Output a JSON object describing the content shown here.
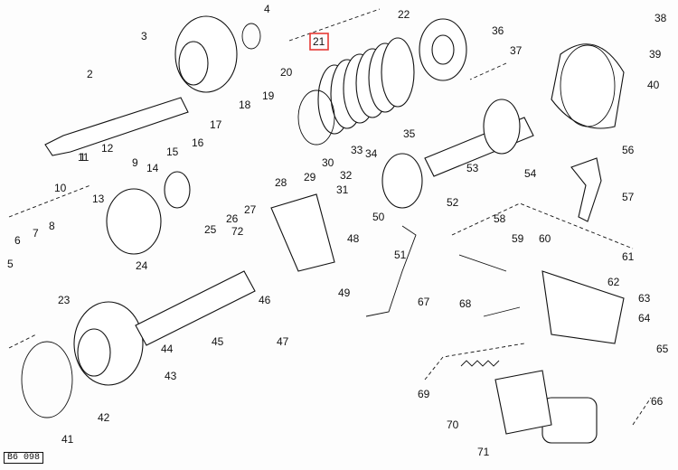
{
  "diagram_code": "B6 098",
  "selected_callout": "21",
  "callouts": [
    "1",
    "2",
    "3",
    "4",
    "5",
    "6",
    "7",
    "8",
    "9",
    "10",
    "11",
    "12",
    "13",
    "14",
    "15",
    "16",
    "17",
    "18",
    "19",
    "20",
    "21",
    "22",
    "23",
    "24",
    "25",
    "26",
    "27",
    "28",
    "29",
    "30",
    "31",
    "32",
    "33",
    "34",
    "35",
    "36",
    "37",
    "38",
    "39",
    "40",
    "41",
    "42",
    "43",
    "44",
    "45",
    "46",
    "47",
    "48",
    "49",
    "50",
    "51",
    "52",
    "53",
    "54",
    "56",
    "57",
    "58",
    "59",
    "60",
    "61",
    "62",
    "63",
    "64",
    "65",
    "66",
    "67",
    "68",
    "69",
    "70",
    "71",
    "72"
  ]
}
